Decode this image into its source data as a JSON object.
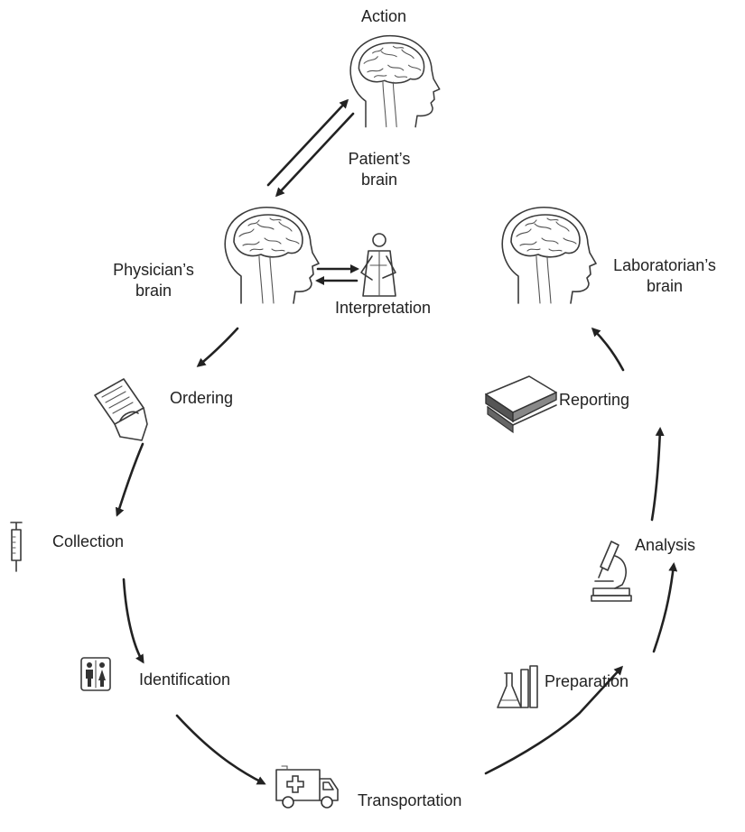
{
  "labels": {
    "action": "Action",
    "patients_brain_1": "Patient’s",
    "patients_brain_2": "brain",
    "physicians_brain_1": "Physician’s",
    "physicians_brain_2": "brain",
    "interpretation": "Interpretation",
    "laboratorians_brain_1": "Laboratorian’s",
    "laboratorians_brain_2": "brain",
    "ordering": "Ordering",
    "collection": "Collection",
    "identification": "Identification",
    "transportation": "Transportation",
    "preparation": "Preparation",
    "analysis": "Analysis",
    "reporting": "Reporting"
  },
  "icons": [
    "brain-head-icon",
    "physician-icon",
    "order-form-icon",
    "syringe-icon",
    "restroom-icon",
    "ambulance-icon",
    "flasks-icon",
    "microscope-icon",
    "report-icon"
  ]
}
